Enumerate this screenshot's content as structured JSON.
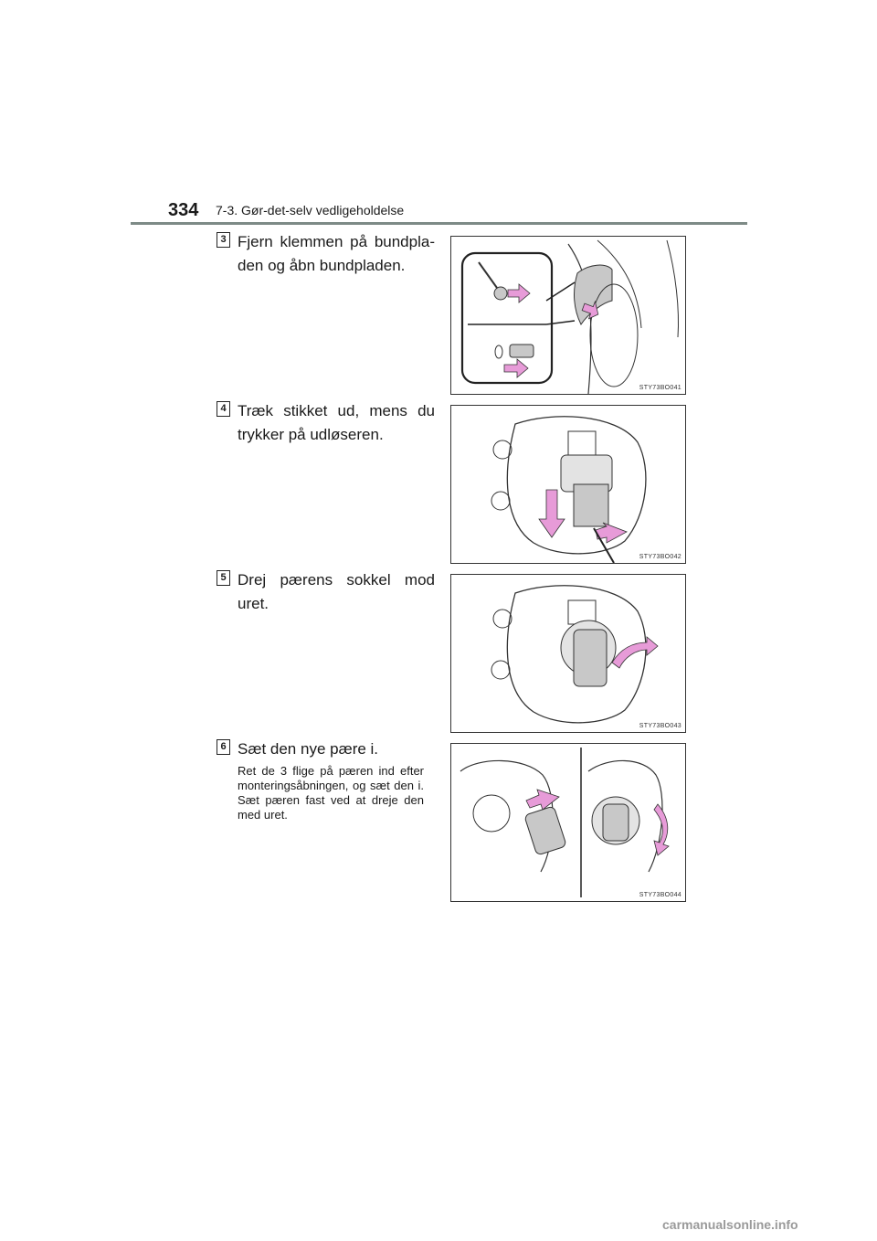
{
  "header": {
    "page_number": "334",
    "section_title": "7-3. Gør-det-selv vedligeholdelse"
  },
  "steps": [
    {
      "badge": "3",
      "text": "Fjern klemmen på bundpla­den og åbn bundpladen.",
      "figure_code": "STY73BO041"
    },
    {
      "badge": "4",
      "text": "Træk stikket ud, mens du trykker på udløseren.",
      "figure_code": "STY73BO042"
    },
    {
      "badge": "5",
      "text": "Drej pærens sokkel mod uret.",
      "figure_code": "STY73BO043"
    },
    {
      "badge": "6",
      "text": "Sæt den nye pære i.",
      "note": "Ret de 3 flige på pæren ind efter monteringsåbningen, og sæt den i. Sæt pæren fast ved at dreje den med uret.",
      "figure_code": "STY73BO044"
    }
  ],
  "footer": {
    "watermark": "carmanualsonline.info"
  },
  "colors": {
    "header_rule": "#7d8a86",
    "arrow_fill": "#e79bd8",
    "part_fill": "#c8c8c8"
  }
}
